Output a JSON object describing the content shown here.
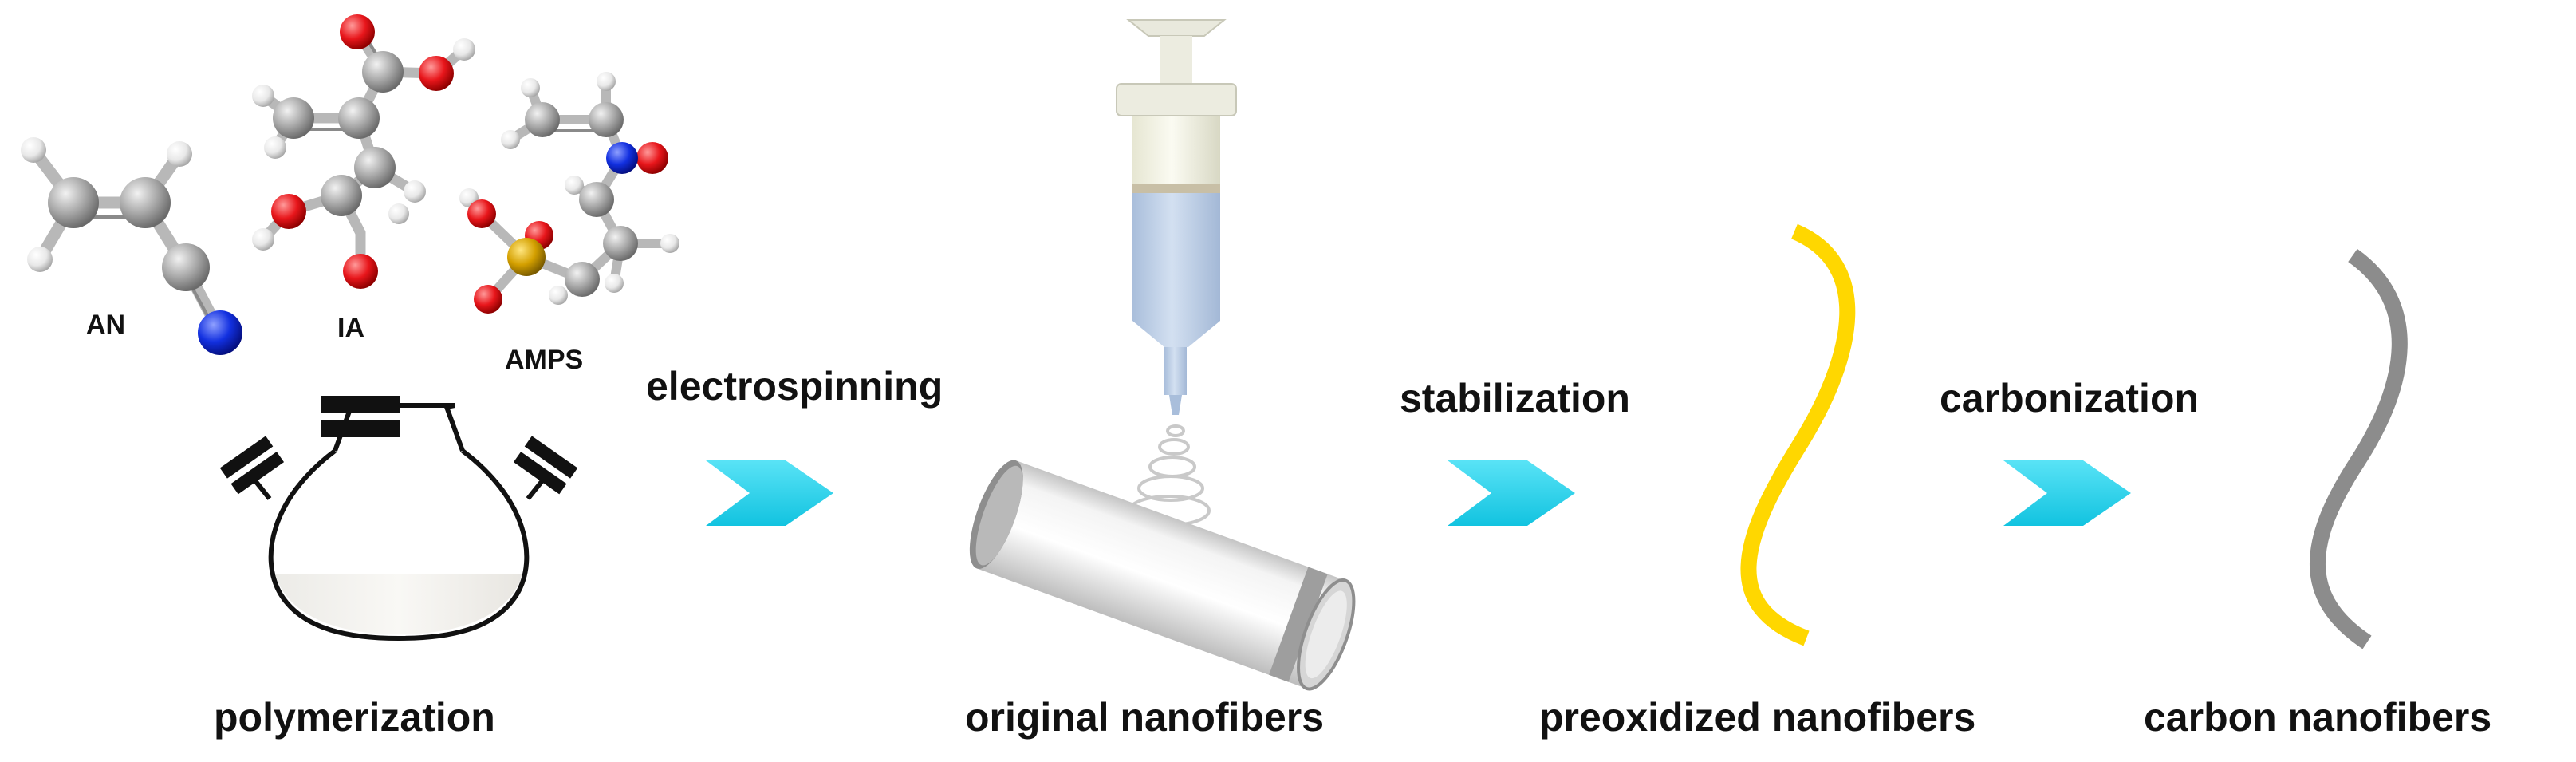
{
  "molecules": {
    "an": "AN",
    "ia": "IA",
    "amps": "AMPS"
  },
  "steps": {
    "electrospinning": "electrospinning",
    "stabilization": "stabilization",
    "carbonization": "carbonization"
  },
  "stages": {
    "polymerization": "polymerization",
    "original": "original nanofibers",
    "preoxidized": "preoxidized nanofibers",
    "carbon": "carbon nanofibers"
  },
  "colors": {
    "arrow": "#1fd3ee",
    "preoxidized_fiber": "#ffd700",
    "carbon_fiber": "#8c8c8c",
    "atom_carbon": "#a9a9a9",
    "atom_oxygen": "#e8161b",
    "atom_nitrogen": "#1230e0",
    "atom_sulfur": "#d4a000",
    "atom_hydrogen": "#ececec",
    "syringe_solution": "#b9cfe8"
  }
}
